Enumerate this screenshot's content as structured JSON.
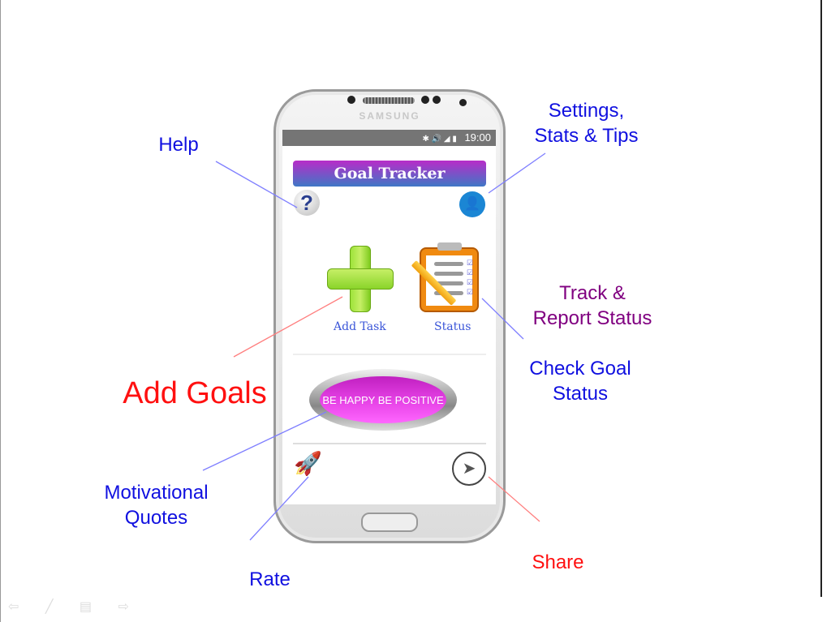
{
  "phone": {
    "brand": "SAMSUNG"
  },
  "status_bar": {
    "icons": [
      "bluetooth-icon",
      "volume-icon",
      "signal-icon",
      "battery-icon"
    ],
    "icon_glyphs": "✱ 🔊 ◢ ▮",
    "time": "19:00"
  },
  "app": {
    "title": "Goal Tracker",
    "help_glyph": "?",
    "user_glyph": "👤",
    "add_task_label": "Add Task",
    "status_label": "Status",
    "quote_button": "BE HAPPY  BE POSITIVE",
    "rate_glyph": "🚀",
    "share_glyph": "➤"
  },
  "annotations": {
    "help": "Help",
    "settings": "Settings,\nStats & Tips",
    "track": "Track &\nReport Status",
    "check": "Check Goal\nStatus",
    "add_goals": "Add Goals",
    "quotes": "Motivational\nQuotes",
    "rate": "Rate",
    "share": "Share"
  },
  "colors": {
    "blue_annotation": "#1010e0",
    "purple_annotation": "#800080",
    "red_annotation": "#ff1010",
    "blue_line": "#7f7fff",
    "red_line": "#ff7f7f"
  },
  "slide_nav": {
    "glyphs": "⇦ ╱ ▤ ⇨"
  }
}
